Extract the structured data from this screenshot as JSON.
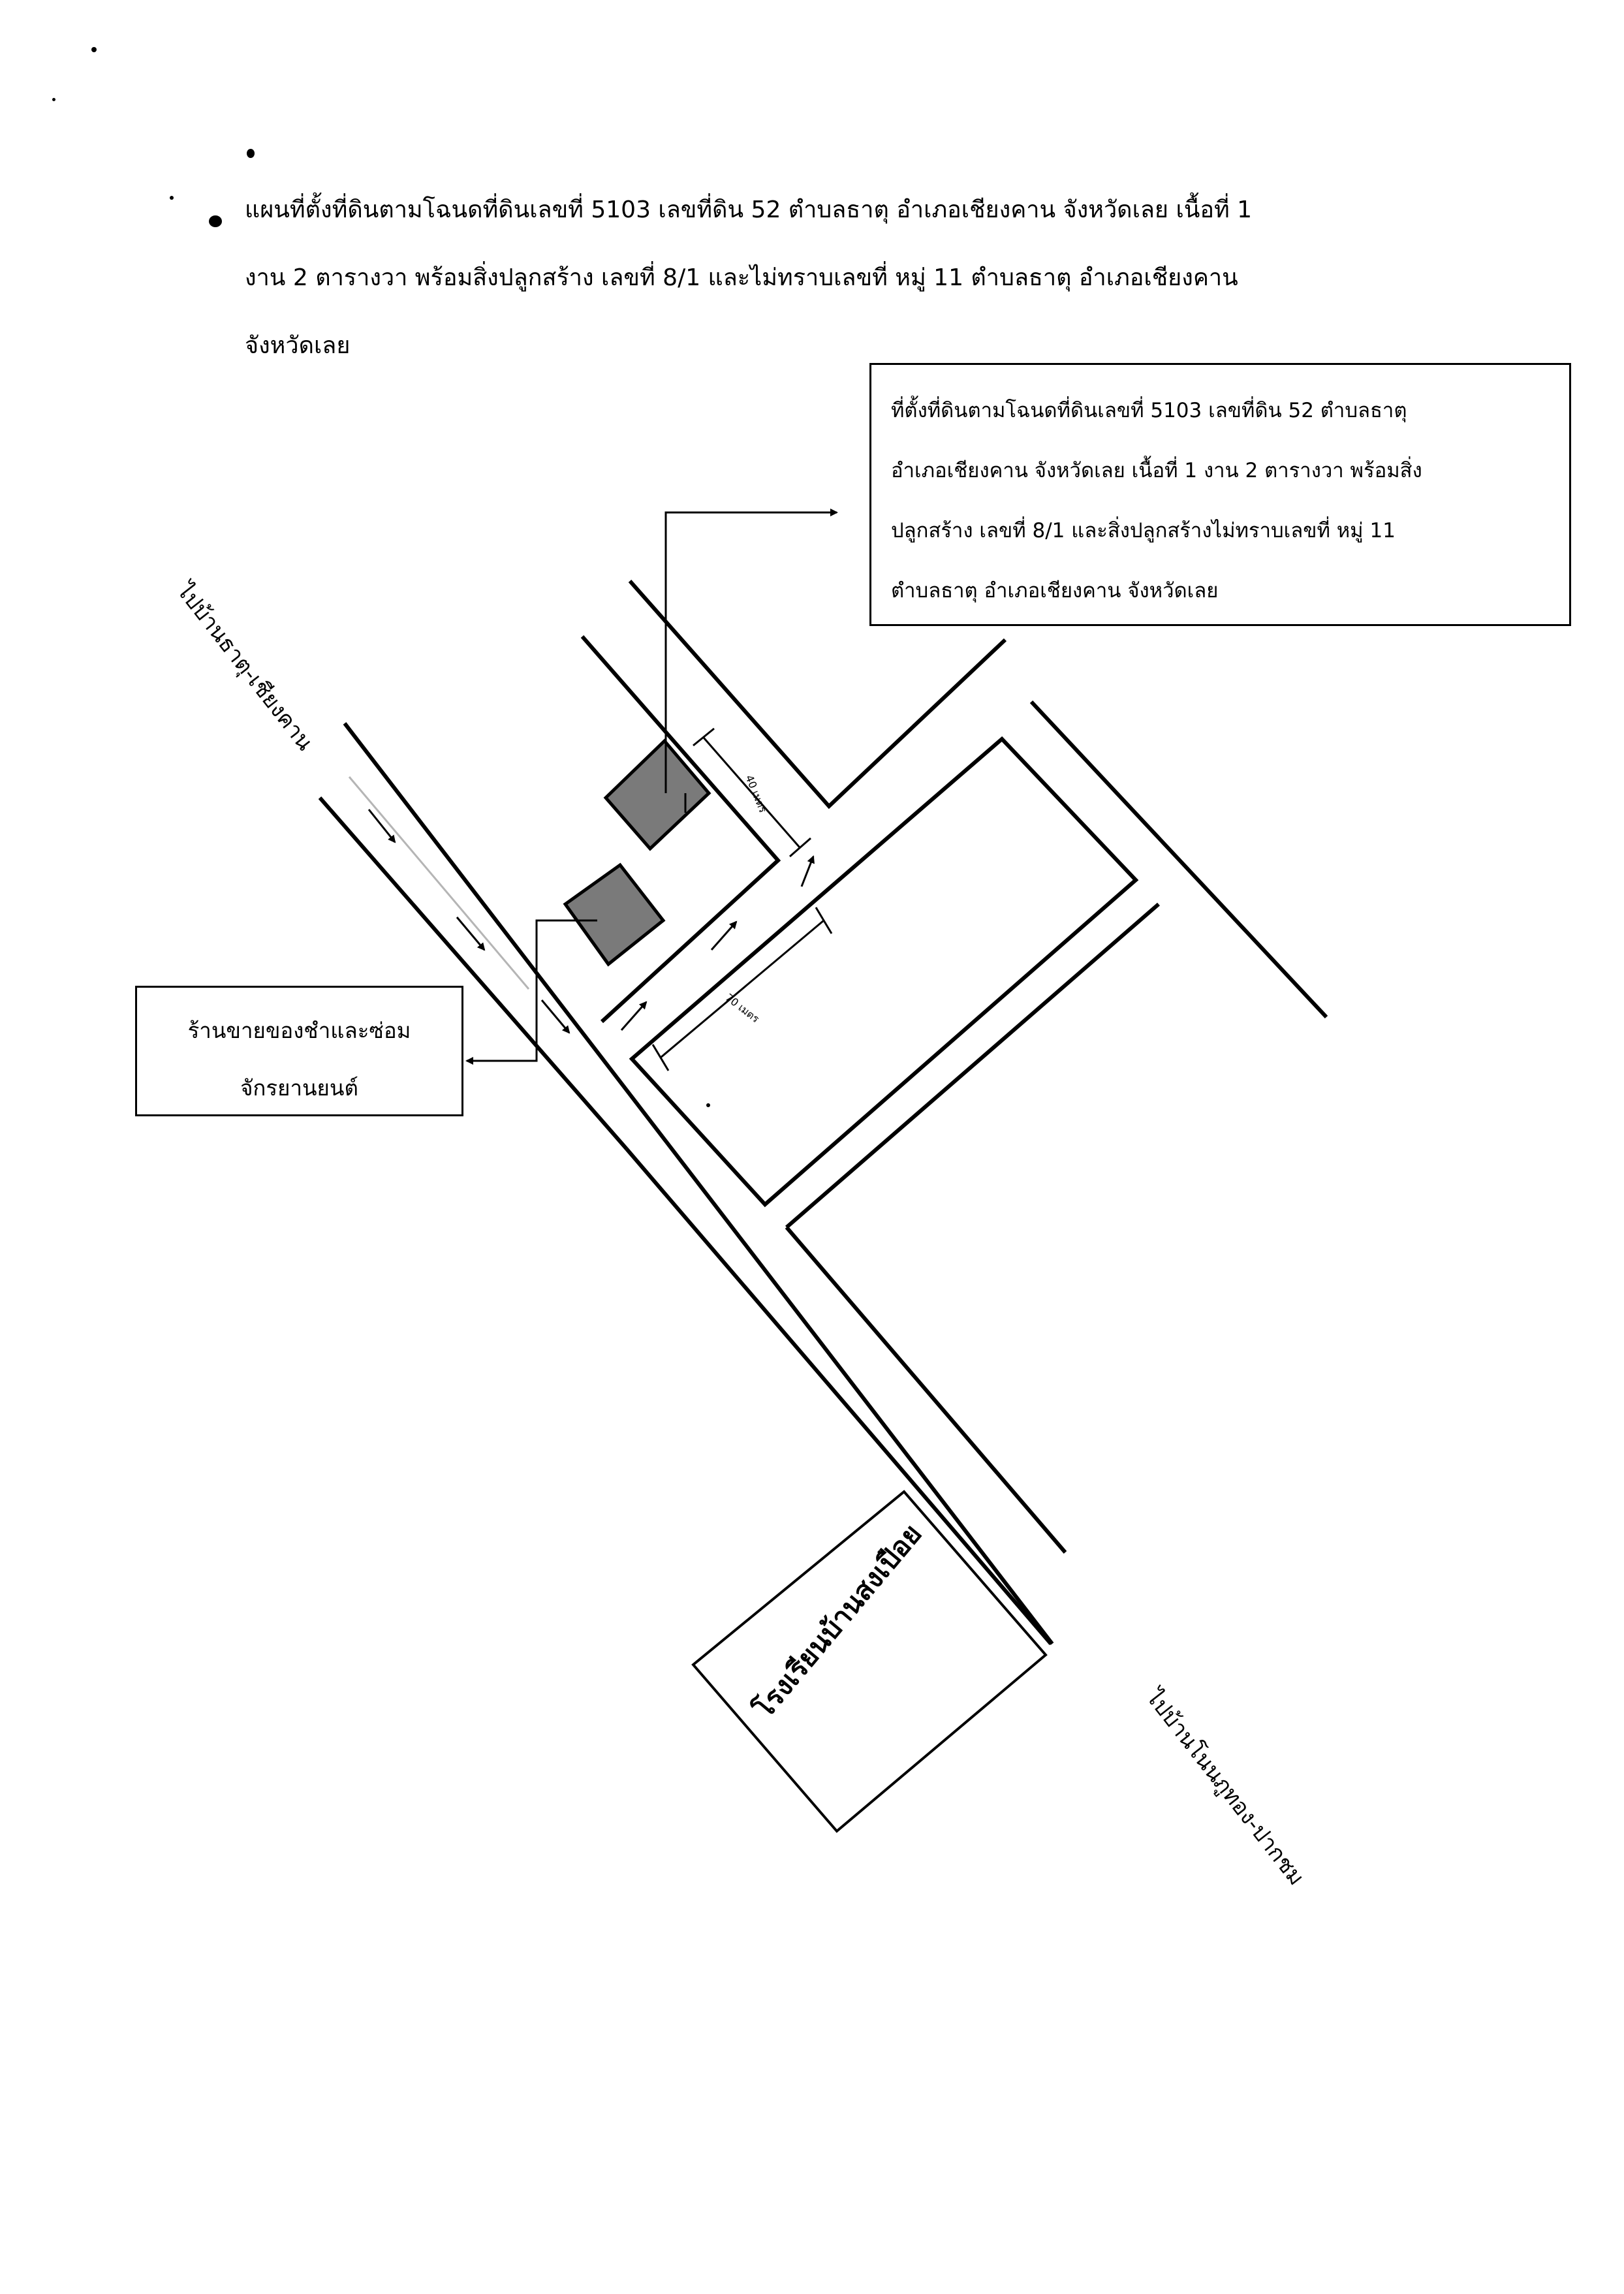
{
  "header": {
    "lines": [
      "แผนที่ตั้งที่ดินตามโฉนดที่ดินเลขที่  5103  เลขที่ดิน  52  ตำบลธาตุ  อำเภอเชียงคาน  จังหวัดเลย  เนื้อที่  1",
      "งาน 2 ตารางวา  พร้อมสิ่งปลูกสร้าง  เลขที่ 8/1  และไม่ทราบเลขที่   หมู่  11  ตำบลธาตุ  อำเภอเชียงคาน",
      "จังหวัดเลย"
    ]
  },
  "callout": {
    "lines": [
      "ที่ตั้งที่ดินตามโฉนดที่ดินเลขที่  5103  เลขที่ดิน  52  ตำบลธาตุ",
      "อำเภอเชียงคาน  จังหวัดเลย  เนื้อที่  1 งาน 2 ตารางวา  พร้อมสิ่ง",
      "ปลูกสร้าง  เลขที่ 8/1  และสิ่งปลูกสร้างไม่ทราบเลขที่  หมู่  11",
      "ตำบลธาตุ  อำเภอเชียงคาน  จังหวัดเลย"
    ]
  },
  "shop": {
    "lines": [
      "ร้านขายของชำและซ่อม",
      "จักรยานยนต์"
    ]
  },
  "map": {
    "road_label_north": "ไปบ้านธาตุ-เชียงคาน",
    "road_label_south": "ไปบ้านโนนภูทอง-ปากชม",
    "school_label": "โรงเรียนบ้านสงเปือย",
    "dimension_1": "40 เมตร",
    "dimension_2": "70 เมตร"
  },
  "colors": {
    "ink": "#000000",
    "parcel_fill": "#7a7a7a",
    "faint_line": "#b5b5b5"
  }
}
